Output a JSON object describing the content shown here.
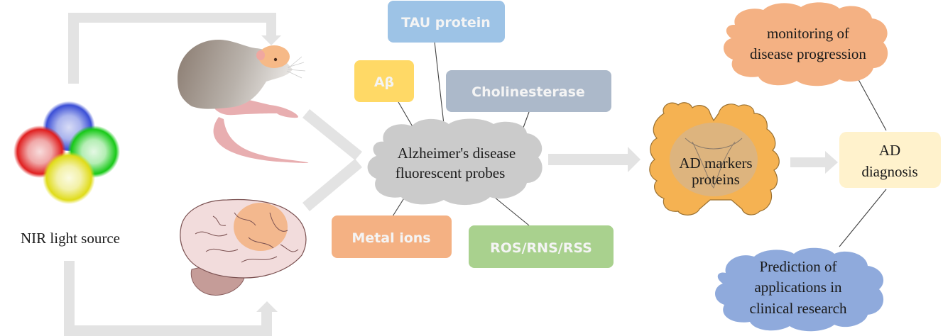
{
  "light_source": {
    "label": "NIR light source",
    "colors": {
      "blue": "#3b4fd6",
      "red": "#e02020",
      "green": "#18c918",
      "yellow": "#e6e21a"
    }
  },
  "subjects": {
    "mouse_label": "mouse-illustration",
    "brain_label": "human-brain-illustration"
  },
  "probe_hub": {
    "line1": "Alzheimer's disease",
    "line2": "fluorescent probes",
    "color": "#cbcbcb"
  },
  "targets": [
    {
      "id": "tau",
      "label": "TAU protein",
      "color": "#9dc3e6"
    },
    {
      "id": "abeta",
      "label": "Aβ",
      "color": "#ffd966"
    },
    {
      "id": "cholinesterase",
      "label": "Cholinesterase",
      "color": "#acb9ca"
    },
    {
      "id": "metal",
      "label": "Metal ions",
      "color": "#f4b183"
    },
    {
      "id": "ros",
      "label": "ROS/RNS/RSS",
      "color": "#a9d18e"
    }
  ],
  "markers": {
    "line1": "AD markers",
    "line2": "proteins",
    "color": "#f5b252"
  },
  "diagnosis": {
    "line1": "AD",
    "line2": "diagnosis",
    "color": "#fff2cc"
  },
  "outcomes": {
    "monitoring": {
      "line1": "monitoring of",
      "line2": "disease progression",
      "color": "#f4b183"
    },
    "prediction": {
      "line1": "Prediction of",
      "line2": "applications in",
      "line3": "clinical research",
      "color": "#8faadc"
    }
  },
  "arrow_color": "#e3e3e3",
  "connector_color": "#404040"
}
